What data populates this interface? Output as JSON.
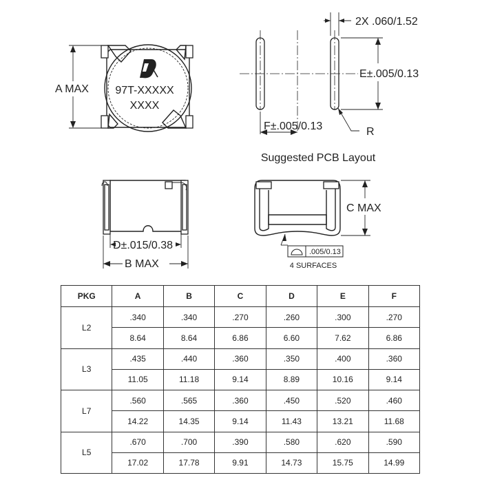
{
  "drawing": {
    "top_view": {
      "part_marking_line1": "97T-XXXXX",
      "part_marking_line2": "XXXX",
      "dim_a": "A  MAX"
    },
    "pcb_layout": {
      "dim_pad_width": "2X .060/1.52",
      "dim_e": "E±.005/0.13",
      "dim_f": "F±.005/0.13",
      "dim_r": "R",
      "title": "Suggested PCB Layout"
    },
    "front_view": {
      "dim_d": "D±.015/0.38",
      "dim_b": "B MAX"
    },
    "side_view": {
      "dim_c": "C MAX",
      "tolerance_value": ".005/0.13",
      "tolerance_note": "4 SURFACES"
    }
  },
  "table": {
    "headers": [
      "PKG",
      "A",
      "B",
      "C",
      "D",
      "E",
      "F"
    ],
    "rows": [
      {
        "pkg": "L2",
        "inch": [
          ".340",
          ".340",
          ".270",
          ".260",
          ".300",
          ".270"
        ],
        "mm": [
          "8.64",
          "8.64",
          "6.86",
          "6.60",
          "7.62",
          "6.86"
        ]
      },
      {
        "pkg": "L3",
        "inch": [
          ".435",
          ".440",
          ".360",
          ".350",
          ".400",
          ".360"
        ],
        "mm": [
          "11.05",
          "11.18",
          "9.14",
          "8.89",
          "10.16",
          "9.14"
        ]
      },
      {
        "pkg": "L7",
        "inch": [
          ".560",
          ".565",
          ".360",
          ".450",
          ".520",
          ".460"
        ],
        "mm": [
          "14.22",
          "14.35",
          "9.14",
          "11.43",
          "13.21",
          "11.68"
        ]
      },
      {
        "pkg": "L5",
        "inch": [
          ".670",
          ".700",
          ".390",
          ".580",
          ".620",
          ".590"
        ],
        "mm": [
          "17.02",
          "17.78",
          "9.91",
          "14.73",
          "15.75",
          "14.99"
        ]
      }
    ]
  }
}
